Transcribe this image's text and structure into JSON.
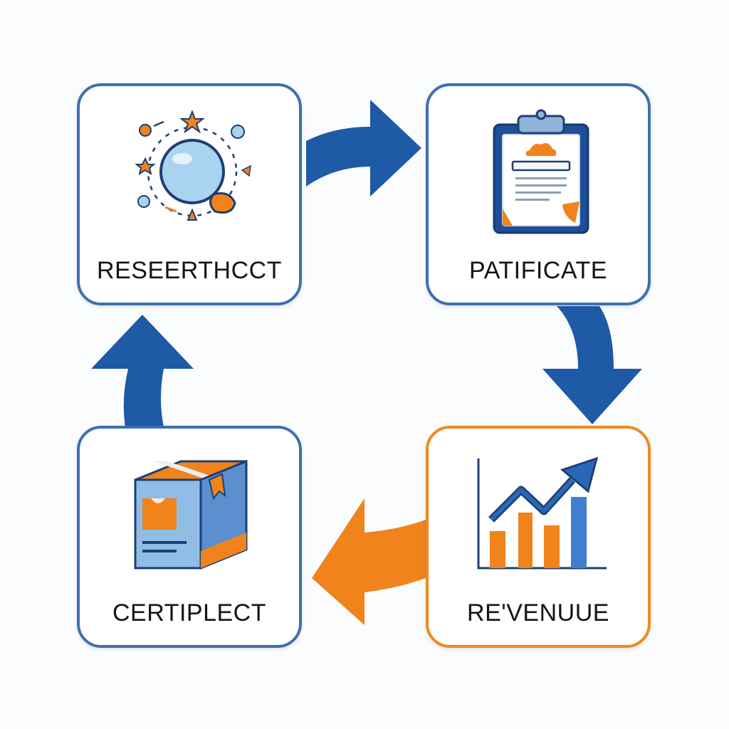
{
  "steps": [
    {
      "label": "RESEERTHCCT",
      "icon": "globe-network-icon",
      "border_color": "#3f6fb0"
    },
    {
      "label": "PATIFICATE",
      "icon": "clipboard-document-icon",
      "border_color": "#3f6fb0"
    },
    {
      "label": "RE'VENUUE",
      "icon": "growth-chart-icon",
      "border_color": "#ef8a1e"
    },
    {
      "label": "CERTIPLECT",
      "icon": "package-box-icon",
      "border_color": "#3f6fb0"
    }
  ],
  "colors": {
    "primary_blue": "#1e5aa6",
    "accent_orange": "#f0831c",
    "border_blue": "#3f6fb0",
    "border_orange": "#ef8a1e"
  }
}
